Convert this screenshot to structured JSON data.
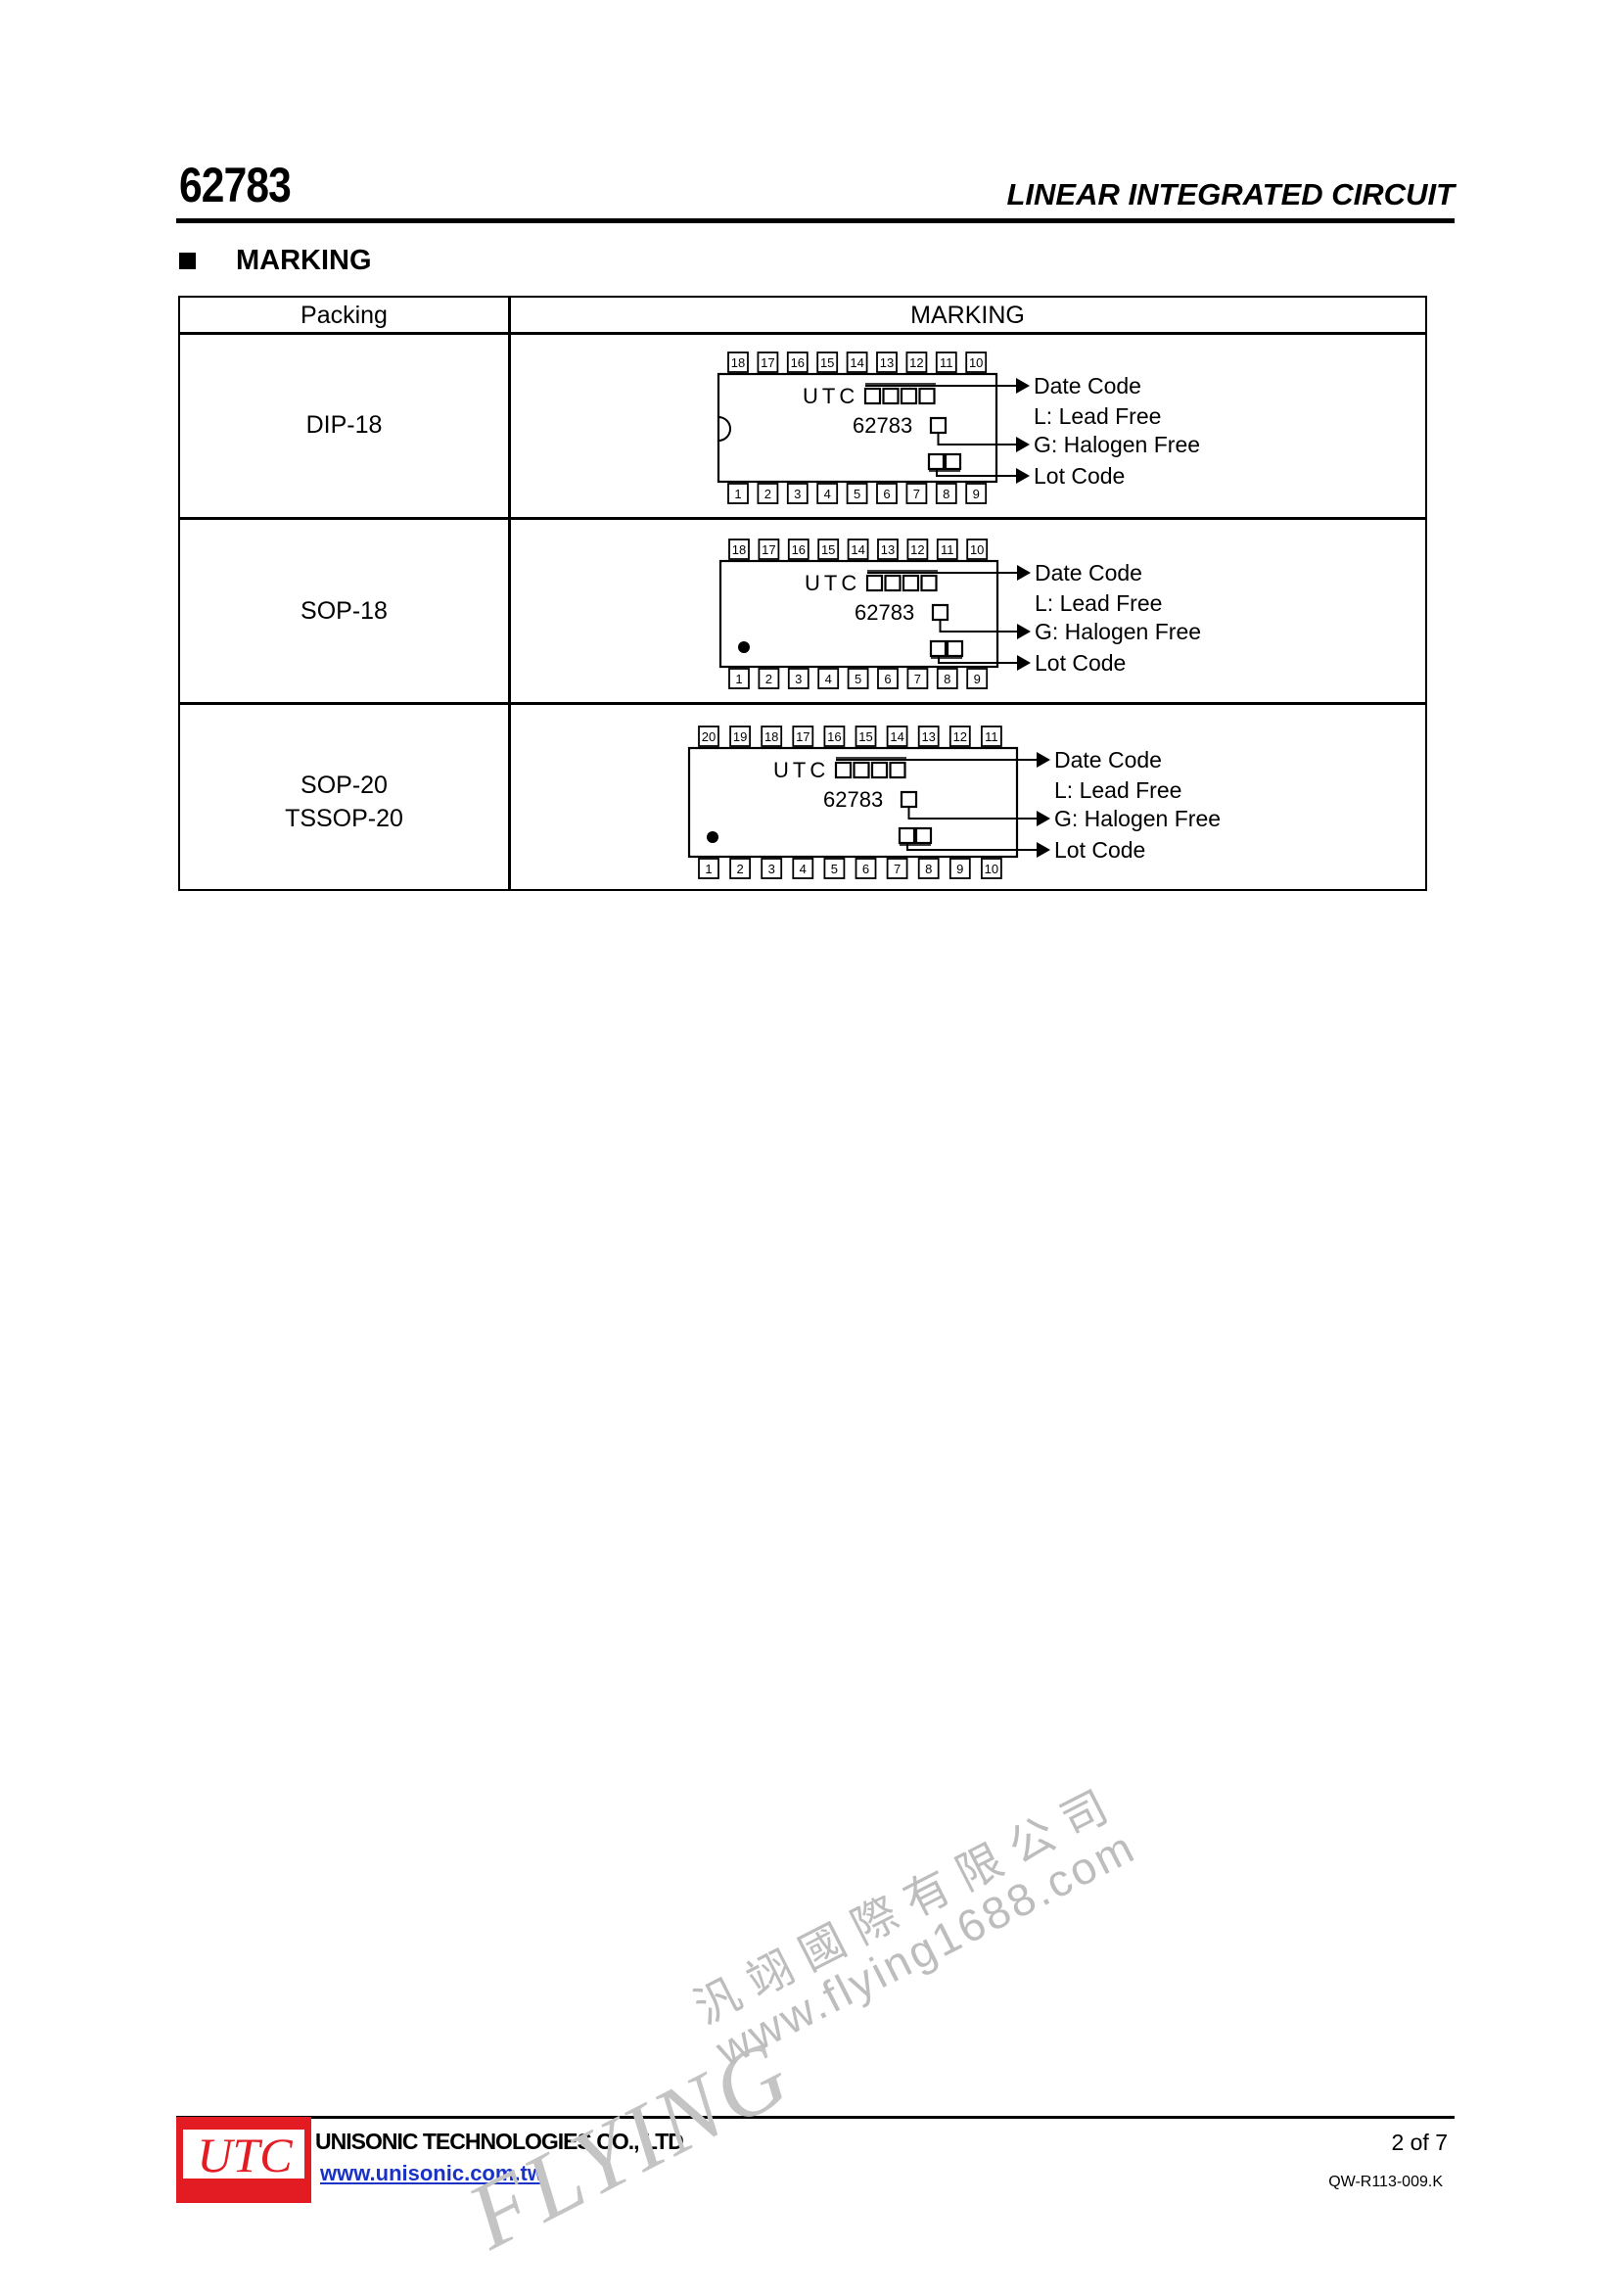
{
  "header": {
    "part_number": "62783",
    "category": "LINEAR INTEGRATED CIRCUIT"
  },
  "section": {
    "title": "MARKING"
  },
  "table": {
    "col_packing": "Packing",
    "col_marking": "MARKING",
    "rows": [
      {
        "packing": [
          "DIP-18"
        ],
        "chip_brand": "UTC",
        "chip_part": "62783",
        "pins_top": [
          "18",
          "17",
          "16",
          "15",
          "14",
          "13",
          "12",
          "11",
          "10"
        ],
        "pins_bottom": [
          "1",
          "2",
          "3",
          "4",
          "5",
          "6",
          "7",
          "8",
          "9"
        ],
        "labels": {
          "date_code": "Date Code",
          "lead_free": "L: Lead Free",
          "halogen_free": "G: Halogen Free",
          "lot_code": "Lot Code"
        }
      },
      {
        "packing": [
          "SOP-18"
        ],
        "chip_brand": "UTC",
        "chip_part": "62783",
        "pins_top": [
          "18",
          "17",
          "16",
          "15",
          "14",
          "13",
          "12",
          "11",
          "10"
        ],
        "pins_bottom": [
          "1",
          "2",
          "3",
          "4",
          "5",
          "6",
          "7",
          "8",
          "9"
        ],
        "labels": {
          "date_code": "Date Code",
          "lead_free": "L: Lead Free",
          "halogen_free": "G: Halogen Free",
          "lot_code": "Lot Code"
        }
      },
      {
        "packing": [
          "SOP-20",
          "TSSOP-20"
        ],
        "chip_brand": "UTC",
        "chip_part": "62783",
        "pins_top": [
          "20",
          "19",
          "18",
          "17",
          "16",
          "15",
          "14",
          "13",
          "12",
          "11"
        ],
        "pins_bottom": [
          "1",
          "2",
          "3",
          "4",
          "5",
          "6",
          "7",
          "8",
          "9",
          "10"
        ],
        "labels": {
          "date_code": "Date Code",
          "lead_free": "L: Lead Free",
          "halogen_free": "G: Halogen Free",
          "lot_code": "Lot Code"
        }
      }
    ]
  },
  "footer": {
    "logo_text": "UTC",
    "company_name": "UNISONIC TECHNOLOGIES CO., LTD",
    "url": "www.unisonic.com.tw",
    "page": "2 of 7",
    "doc_code": "QW-R113-009.K"
  },
  "watermark": {
    "brand": "FLYING",
    "chinese": "汎翊國際有限公司",
    "url": "www.flying1688.com"
  },
  "colors": {
    "logo_red": "#e31b23",
    "url_blue": "#1a33c6",
    "watermark_gray": "#bdbdbd"
  }
}
